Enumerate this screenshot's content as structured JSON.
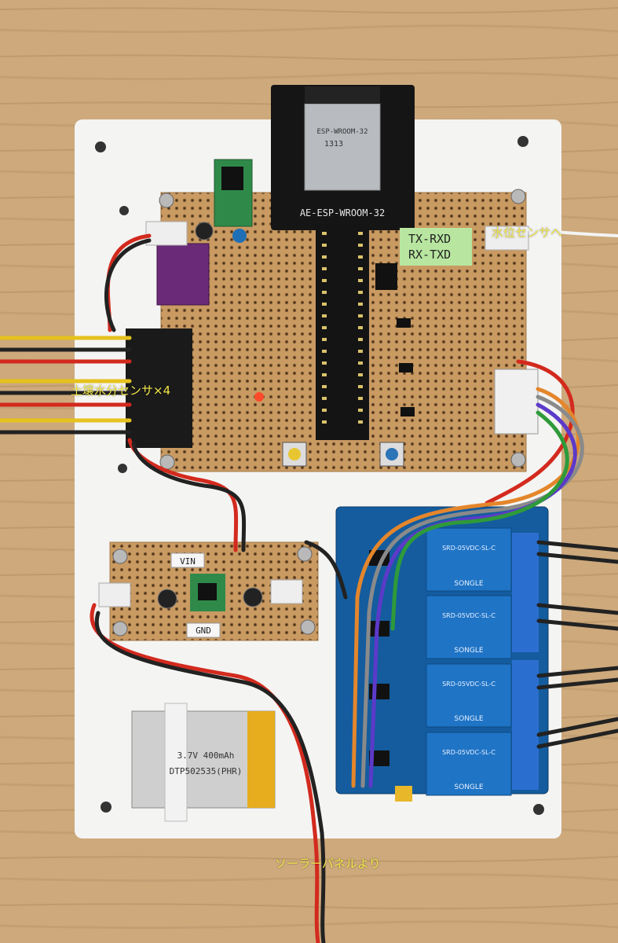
{
  "labels": {
    "soil_sensor": "土壌水分センサ×4",
    "water_level": "水位センサへ",
    "solar_panel": "ソーラーパネルより"
  },
  "module": {
    "name": "AE-ESP-WROOM-32",
    "chip": "ESP-WROOM-32",
    "chip_code": "1313",
    "uart_note_1": "TX-RXD",
    "uart_note_2": "RX-TXD"
  },
  "power_board": {
    "vin_label": "VIN",
    "gnd_label": "GND"
  },
  "relay": {
    "brand": "SONGLE",
    "model": "SRD-05VDC-SL-C"
  },
  "battery": {
    "model": "DTP502535(PHR)",
    "spec": "3.7V 400mAh"
  }
}
